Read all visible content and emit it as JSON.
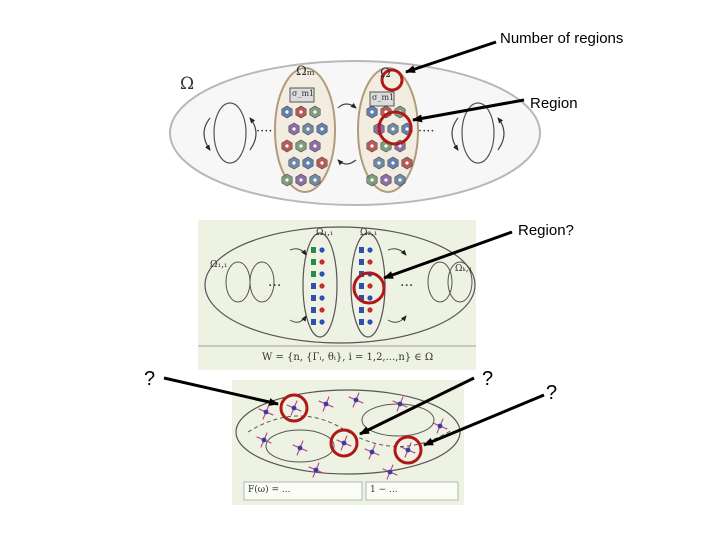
{
  "annotations": {
    "number_of_regions": "Number of regions",
    "region": "Region",
    "region_q": "Region?",
    "q_left": "?",
    "q_middle": "?",
    "q_right": "?"
  },
  "figure1": {
    "omega": "Ω",
    "omega_sub1": "Ωₘ",
    "omega_sub2": "Ω",
    "box1": "σ_m1",
    "box2": "σ_m1",
    "ellipsis": "····"
  },
  "figure2": {
    "label_top1": "Ω₁,₁",
    "label_top2": "Ω₂,₁",
    "label_left": "Ω₁,₁",
    "label_right": "Ωₖ,₁",
    "ellipsis": "···",
    "formula": "W = {n, {Γᵢ, θᵢ}, i = 1,2,...,n} ∈ Ω"
  },
  "figure3": {
    "formula_left": "F(ω) = ... ",
    "formula_right": "1 − ... "
  },
  "colors": {
    "highlight_ring": "#b01818",
    "arrow": "#000000",
    "panel_bg": "#eef2e2"
  }
}
